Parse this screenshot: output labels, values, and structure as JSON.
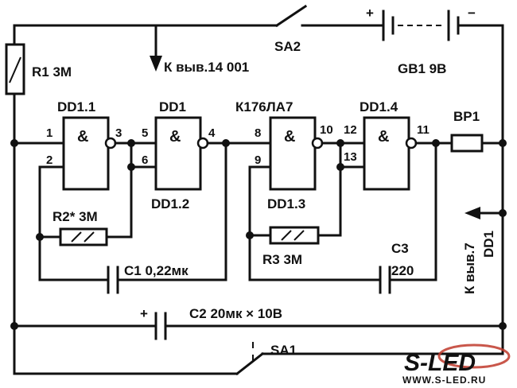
{
  "labels": {
    "r1": "R1 3M",
    "sa2": "SA2",
    "pin14": "К выв.14 001",
    "gb1": "GB1 9В",
    "plus": "+",
    "minus": "−",
    "dd1_1": "DD1.1",
    "dd1": "DD1",
    "k176": "К176ЛА7",
    "dd1_4": "DD1.4",
    "bp1": "BP1",
    "dd1_2": "DD1.2",
    "dd1_3": "DD1.3",
    "r2": "R2* 3M",
    "r3": "R3 3M",
    "c1": "C1 0,22мк",
    "c3": "C3",
    "c3v": "220",
    "pin7a": "К выв.7",
    "pin7b": "DD1",
    "c2": "C2 20мк × 10В",
    "c2plus": "+",
    "sa1": "SA1",
    "amp": "&"
  },
  "pins": {
    "p1": "1",
    "p2": "2",
    "p3": "3",
    "p4": "4",
    "p5": "5",
    "p6": "6",
    "p8": "8",
    "p9": "9",
    "p10": "10",
    "p11": "11",
    "p12": "12",
    "p13": "13"
  },
  "watermark": {
    "brand": "S-LED",
    "url": "WWW.S-LED.RU",
    "accent": "#c0392b"
  }
}
